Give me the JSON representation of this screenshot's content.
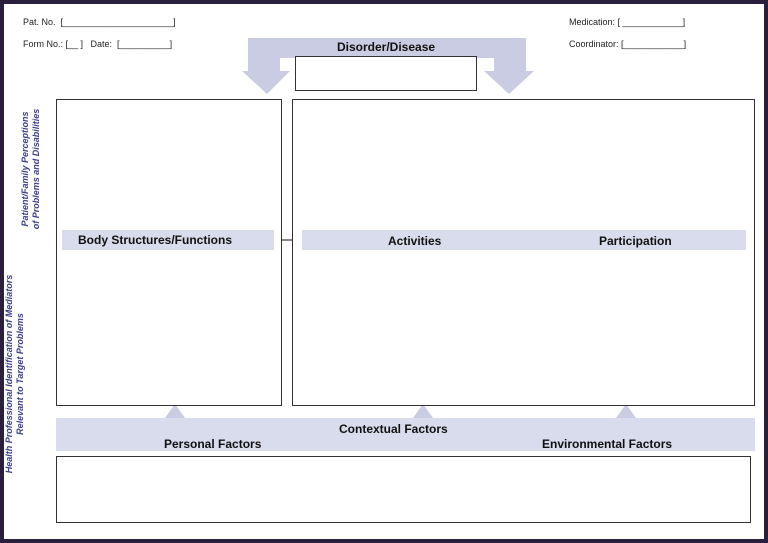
{
  "header": {
    "pat_no": "Pat. No.  [______________________]",
    "form_no": "Form No.: [__ ]   Date:  [__________]",
    "medication": "Medication: [ ____________]",
    "coordinator": "Coordinator: [____________]"
  },
  "diagram": {
    "disorder": "Disorder/Disease",
    "body": "Body Structures/Functions",
    "activities": "Activities",
    "participation": "Participation",
    "contextual": "Contextual Factors",
    "personal": "Personal Factors",
    "environmental": "Environmental Factors"
  },
  "side_labels": {
    "upper_line1": "Patient/Family Perceptions",
    "upper_line2": "of Problems and Disabilities",
    "lower_line1": "Health Professional Identification of Mediators",
    "lower_line2": "Relevant to Target Problems"
  },
  "colors": {
    "band": "#d9dcec",
    "arrow": "#c9cce3",
    "side_text": "#3b3f8f",
    "frame": "#2a1f3c"
  }
}
